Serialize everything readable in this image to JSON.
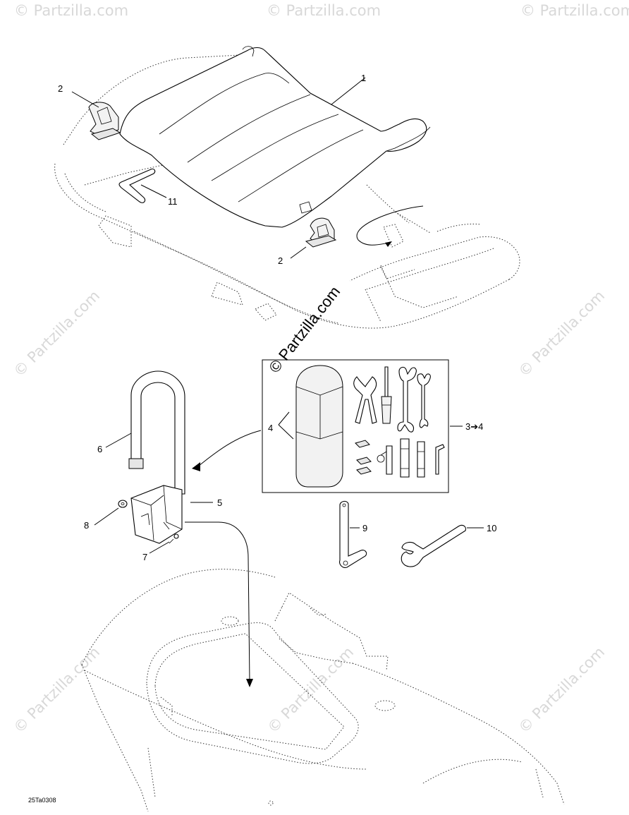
{
  "callouts": {
    "c1": "1",
    "c2a": "2",
    "c2b": "2",
    "c11": "11",
    "c34": "3➔4",
    "c4": "4",
    "c5": "5",
    "c6": "6",
    "c7": "7",
    "c8": "8",
    "c9": "9",
    "c10": "10"
  },
  "watermark": {
    "center": "© Partzilla.com",
    "repeat": "© Partzilla.com"
  },
  "diagram_code": "25Ta0308",
  "colors": {
    "line": "#000000",
    "watermark": "#d8d8d8",
    "background": "#ffffff"
  }
}
